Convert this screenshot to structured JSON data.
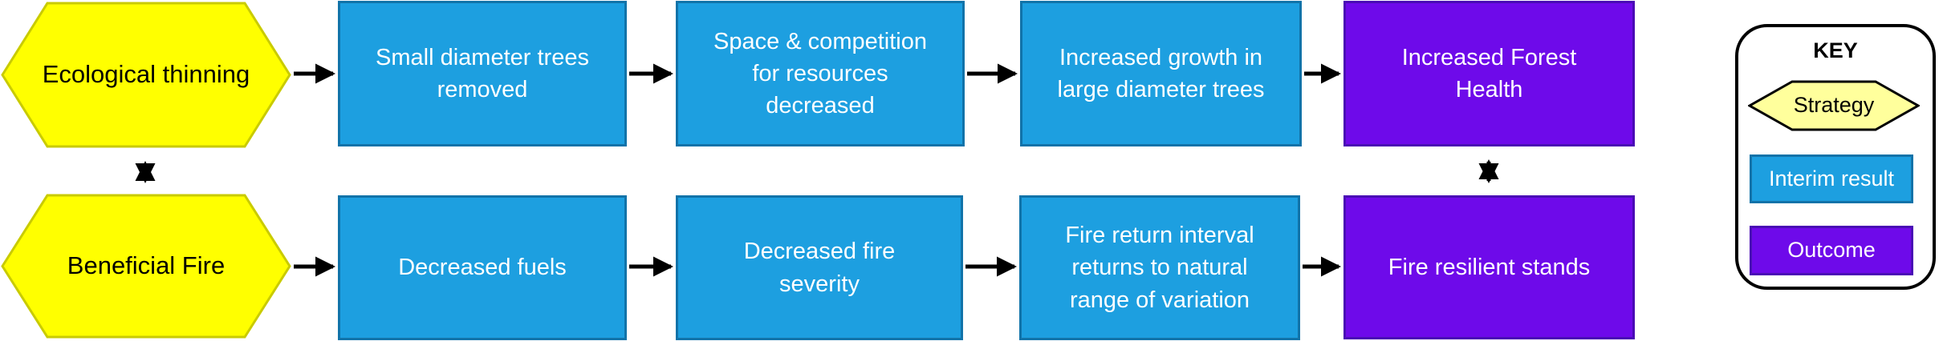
{
  "colors": {
    "strategy_fill": "#ffff00",
    "strategy_border": "#c9cb00",
    "key_strategy_fill": "#ffff9c",
    "key_strategy_border": "#000000",
    "interim_fill": "#1d9fe0",
    "interim_border": "#1173a9",
    "outcome_fill": "#6e0aea",
    "outcome_border": "#4a0bb5",
    "arrow": "#000000",
    "background": "#ffffff"
  },
  "flow": {
    "strategies": [
      {
        "label": "Ecological thinning"
      },
      {
        "label": "Beneficial Fire"
      }
    ],
    "row1": {
      "interim": [
        "Small diameter trees\nremoved",
        "Space & competition\nfor resources\ndecreased",
        "Increased growth in\nlarge diameter trees"
      ],
      "outcome": "Increased Forest\nHealth"
    },
    "row2": {
      "interim": [
        "Decreased fuels",
        "Decreased fire\nseverity",
        "Fire return interval\nreturns to natural\nrange of variation"
      ],
      "outcome": "Fire resilient stands"
    }
  },
  "key": {
    "title": "KEY",
    "items": [
      {
        "label": "Strategy",
        "type": "strategy"
      },
      {
        "label": "Interim result",
        "type": "interim"
      },
      {
        "label": "Outcome",
        "type": "outcome"
      }
    ]
  }
}
